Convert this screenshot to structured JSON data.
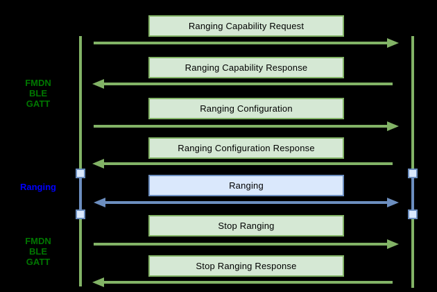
{
  "colors": {
    "background": "#000000",
    "green-fill": "#d5e8d4",
    "green-stroke": "#82b366",
    "blue-fill": "#dae8fc",
    "blue-stroke": "#6c8ebf",
    "phase-green": "#007700",
    "phase-blue": "#0000ff",
    "box-text": "#000000"
  },
  "side_labels": {
    "gatt_top": {
      "lines": [
        "FMDN",
        "BLE",
        "GATT"
      ],
      "color": "green"
    },
    "ranging": {
      "lines": [
        "Ranging"
      ],
      "color": "blue"
    },
    "gatt_bottom": {
      "lines": [
        "FMDN",
        "BLE",
        "GATT"
      ],
      "color": "green"
    }
  },
  "messages": [
    {
      "label": "Ranging Capability Request",
      "direction": "right",
      "style": "green"
    },
    {
      "label": "Ranging Capability Response",
      "direction": "left",
      "style": "green"
    },
    {
      "label": "Ranging Configuration",
      "direction": "right",
      "style": "green"
    },
    {
      "label": "Ranging Configuration Response",
      "direction": "left",
      "style": "green"
    },
    {
      "label": "Ranging",
      "direction": "both",
      "style": "blue"
    },
    {
      "label": "Stop Ranging",
      "direction": "right",
      "style": "green"
    },
    {
      "label": "Stop Ranging Response",
      "direction": "left",
      "style": "green"
    }
  ]
}
